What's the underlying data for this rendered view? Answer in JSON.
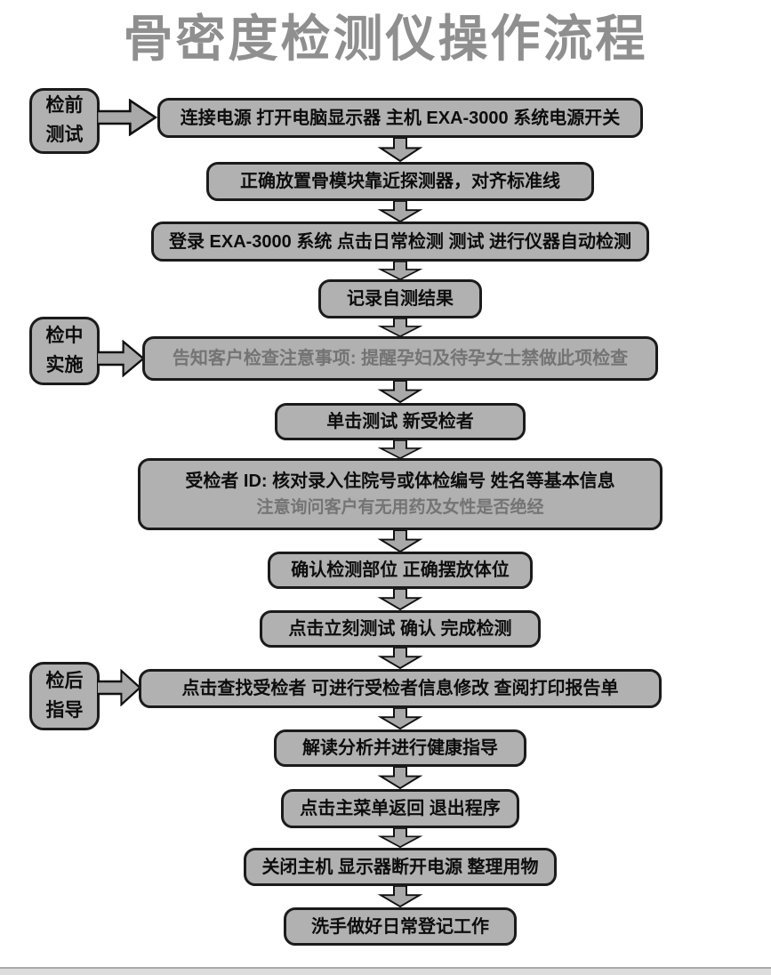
{
  "title": "骨密度检测仪操作流程",
  "stages": [
    {
      "line1": "检前",
      "line2": "测试"
    },
    {
      "line1": "检中",
      "line2": "实施"
    },
    {
      "line1": "检后",
      "line2": "指导"
    }
  ],
  "steps": [
    {
      "text": "连接电源 打开电脑显示器 主机 EXA-3000 系统电源开关"
    },
    {
      "text": "正确放置骨模块靠近探测器，对齐标准线"
    },
    {
      "text": "登录 EXA-3000 系统 点击日常检测 测试 进行仪器自动检测"
    },
    {
      "text": "记录自测结果"
    },
    {
      "text": "告知客户检查注意事项: 提醒孕妇及待孕女士禁做此项检查"
    },
    {
      "text": "单击测试 新受检者"
    },
    {
      "text": "受检者 ID: 核对录入住院号或体检编号 姓名等基本信息",
      "subtext": "注意询问客户有无用药及女性是否绝经"
    },
    {
      "text": "确认检测部位 正确摆放体位"
    },
    {
      "text": "点击立刻测试 确认 完成检测"
    },
    {
      "text": "点击查找受检者 可进行受检者信息修改 查阅打印报告单"
    },
    {
      "text": "解读分析并进行健康指导"
    },
    {
      "text": "点击主菜单返回 退出程序"
    },
    {
      "text": "关闭主机 显示器断开电源 整理用物"
    },
    {
      "text": "洗手做好日常登记工作"
    }
  ],
  "colors": {
    "box_fill": "#b1b1b1",
    "box_border": "#1b1b1b",
    "title_gray": "#8f8f8f",
    "faded_text": "#747474",
    "footer_bar": "#dcdcdc"
  }
}
